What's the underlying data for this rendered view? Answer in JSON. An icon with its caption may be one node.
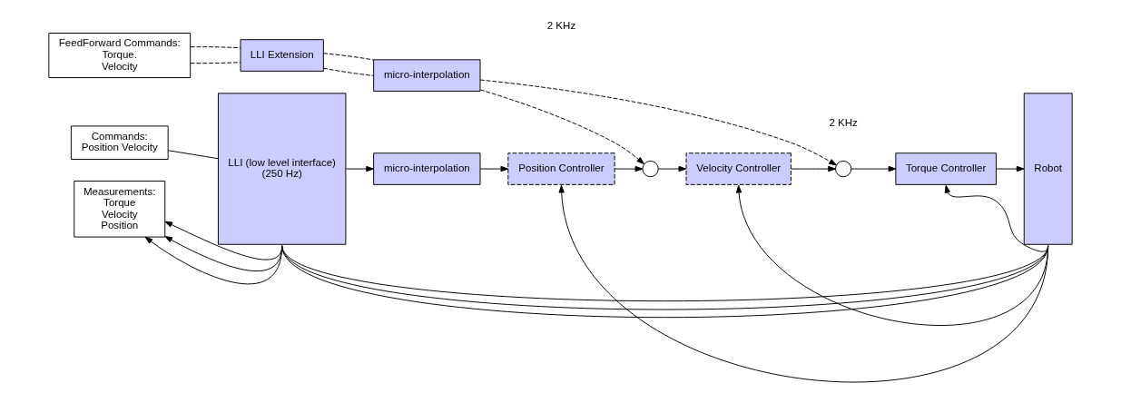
{
  "diagram": {
    "nodes": [
      {
        "text": [
          "FeedForward Commands:",
          "Torque.",
          "Velocity"
        ]
      },
      {
        "text": [
          "LLI Extension"
        ]
      },
      {
        "text": [
          "micro-interpolation"
        ]
      },
      {
        "text": [
          "Commands:",
          "Position Velocity"
        ]
      },
      {
        "text": [
          "LLI (low level interface)",
          "(250 Hz)"
        ]
      },
      {
        "text": [
          "micro-interpolation"
        ]
      },
      {
        "text": [
          "Position Controller"
        ]
      },
      {
        "text": [],
        "shape": "circle"
      },
      {
        "text": [
          "Velocity Controller"
        ]
      },
      {
        "text": [],
        "shape": "circle"
      },
      {
        "text": [
          "Torque Controller"
        ]
      },
      {
        "text": [
          "Robot"
        ]
      },
      {
        "text": [
          "Measurements:",
          "Torque",
          "Velocity",
          "Position"
        ]
      }
    ],
    "edges": [
      {
        "from": 0,
        "to": 1,
        "arrow": "none",
        "style": "dashed"
      },
      {
        "from": 1,
        "to": 2,
        "arrow": "none",
        "style": "dashed"
      },
      {
        "from": 2,
        "to": 9,
        "arrow": "to",
        "style": "dashed"
      },
      {
        "from": 0,
        "to": 1,
        "arrow": "none",
        "style": "dashed"
      },
      {
        "from": 1,
        "to": 2,
        "arrow": "none",
        "style": "dashed"
      },
      {
        "from": 2,
        "to": 7,
        "arrow": "to",
        "style": "dashed"
      },
      {
        "from": 3,
        "to": 4,
        "arrow": "none"
      },
      {
        "from": 4,
        "to": 5,
        "arrow": "to"
      },
      {
        "from": 5,
        "to": 6,
        "arrow": "to"
      },
      {
        "from": 6,
        "to": 7,
        "arrow": "to"
      },
      {
        "from": 7,
        "to": 8,
        "arrow": "to"
      },
      {
        "from": 8,
        "to": 9,
        "arrow": "to"
      },
      {
        "from": 9,
        "to": 10,
        "arrow": "to"
      },
      {
        "from": 10,
        "to": 11,
        "arrow": "to"
      },
      {
        "from": 11,
        "to": 10,
        "arrow": "to"
      },
      {
        "from": 11,
        "to": 8,
        "arrow": "to"
      },
      {
        "from": 11,
        "to": 6,
        "arrow": "to"
      },
      {
        "from": 11,
        "to": 4,
        "arrow": "none"
      },
      {
        "from": 11,
        "to": 4,
        "arrow": "none"
      },
      {
        "from": 11,
        "to": 4,
        "arrow": "none"
      },
      {
        "from": 4,
        "to": 12,
        "arrow": "to"
      },
      {
        "from": 4,
        "to": 12,
        "arrow": "to"
      },
      {
        "from": 4,
        "to": 12,
        "arrow": "to"
      }
    ],
    "labels": [
      "2 KHz",
      "2 KHz"
    ]
  }
}
